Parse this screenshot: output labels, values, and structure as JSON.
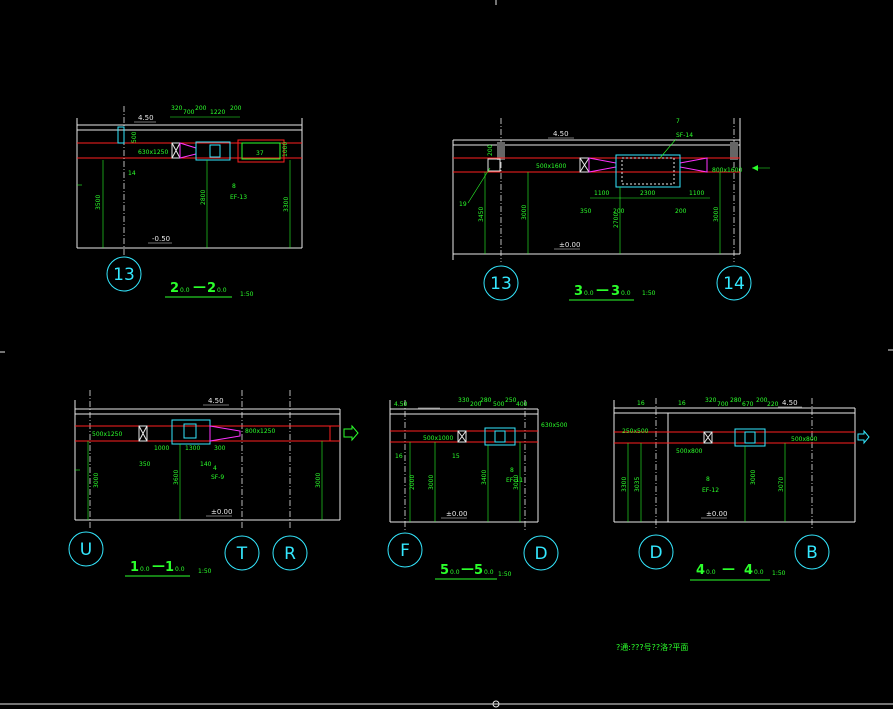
{
  "bubbles": {
    "s2_left": "13",
    "s3_left": "13",
    "s3_right": "14",
    "s1_a": "U",
    "s1_b": "T",
    "s1_c": "R",
    "s5_a": "F",
    "s5_b": "D",
    "s4_a": "D",
    "s4_b": "B"
  },
  "titles": {
    "s2": "2",
    "s2_dash": "—",
    "s2_b": "2",
    "s3": "3",
    "s3_dash": "—",
    "s3_b": "3",
    "s1": "1",
    "s1_dash": "—",
    "s1_b": "1",
    "s5": "5",
    "s5_dash": "—",
    "s5_b": "5",
    "s4": "4",
    "s4_dash": "—",
    "s4_b": "4",
    "sub": "0.0",
    "scale": "1:50"
  },
  "levels": {
    "s2_top": "4.50",
    "s2_bot": "-0.50",
    "s3_top": "4.50",
    "s3_bot": "±0.00",
    "s1_top": "4.50",
    "s1_bot": "±0.00",
    "s5_top": "4.50",
    "s5_bot": "±0.00",
    "s4_top": "4.50",
    "s4_bot": "±0.00"
  },
  "s2": {
    "d1": "320",
    "d2": "700",
    "d3": "200",
    "d4": "1220",
    "d5": "200",
    "duct": "630x1250",
    "h1": "500",
    "tag14": "14",
    "eq": "EF-13",
    "eq_no": "8",
    "box": "37",
    "v1": "3500",
    "v2": "2800",
    "v3": "3300",
    "v4": "1000"
  },
  "s3": {
    "tag7": "7",
    "sf": "SF-14",
    "duct": "500x1600",
    "duct2": "800x1600",
    "d1100a": "1100",
    "d2300": "2300",
    "d1100b": "1100",
    "d350": "350",
    "d200a": "200",
    "d200b": "200",
    "tag19": "19",
    "v1": "3450",
    "v2": "3000",
    "v3": "2700",
    "v4": "3000",
    "h": "200"
  },
  "s1": {
    "duct1": "500x1250",
    "duct2": "800x1250",
    "d1000": "1000",
    "d1300": "1300",
    "d300": "300",
    "d350": "350",
    "tag140": "140",
    "tag4": "4",
    "sf": "SF-9",
    "v1": "3000",
    "v2": "3600",
    "v3": "3000"
  },
  "s5": {
    "d330": "330",
    "d200": "200",
    "d280": "280",
    "d500": "500",
    "d250": "250",
    "d400": "400",
    "duct": "500x1000",
    "duct2": "630x500",
    "tag16": "16",
    "tag15": "15",
    "eq": "EF-11",
    "eq_no": "8",
    "v1": "2000",
    "v2": "3000",
    "v3": "3400",
    "v4": "3000"
  },
  "s4": {
    "tag16a": "16",
    "tag16b": "16",
    "duct1": "250x500",
    "duct2": "500x800",
    "duct3": "500x800",
    "d320": "320",
    "d700": "700",
    "d280": "280",
    "d670": "670",
    "d200": "200",
    "d220": "220",
    "eq": "EF-12",
    "eq_no": "8",
    "v1": "3300",
    "v2": "3035",
    "v3": "3000",
    "v4": "3070"
  },
  "footer": "?通:???号??洛?平面"
}
